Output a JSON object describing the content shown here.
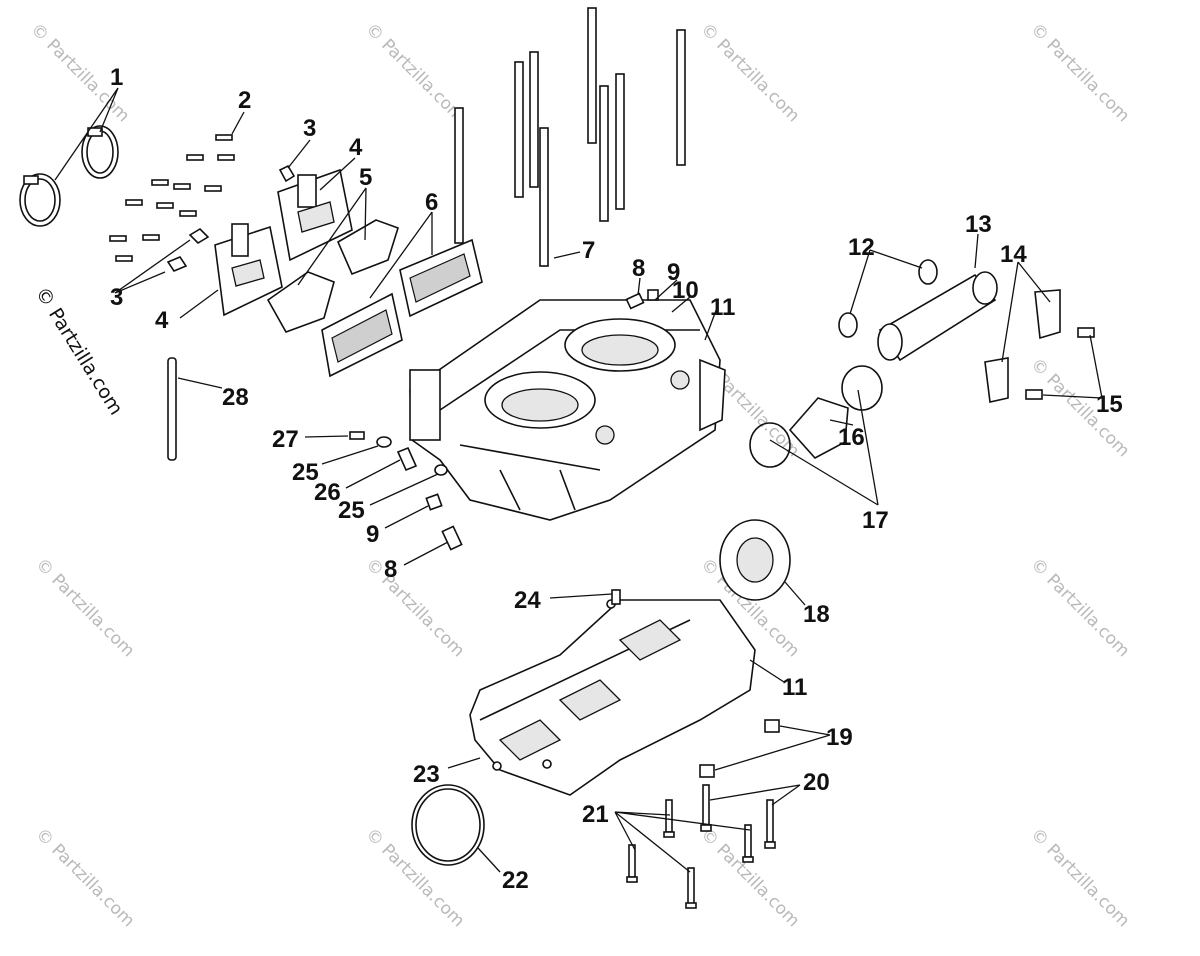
{
  "diagram": {
    "callouts": [
      {
        "label": "1"
      },
      {
        "label": "2"
      },
      {
        "label": "3"
      },
      {
        "label": "3"
      },
      {
        "label": "4"
      },
      {
        "label": "4"
      },
      {
        "label": "5"
      },
      {
        "label": "6"
      },
      {
        "label": "7"
      },
      {
        "label": "8"
      },
      {
        "label": "9"
      },
      {
        "label": "10"
      },
      {
        "label": "11"
      },
      {
        "label": "12"
      },
      {
        "label": "13"
      },
      {
        "label": "14"
      },
      {
        "label": "15"
      },
      {
        "label": "16"
      },
      {
        "label": "17"
      },
      {
        "label": "27"
      },
      {
        "label": "25"
      },
      {
        "label": "26"
      },
      {
        "label": "25"
      },
      {
        "label": "9"
      },
      {
        "label": "8"
      },
      {
        "label": "28"
      },
      {
        "label": "24"
      },
      {
        "label": "18"
      },
      {
        "label": "11"
      },
      {
        "label": "19"
      },
      {
        "label": "20"
      },
      {
        "label": "21"
      },
      {
        "label": "23"
      },
      {
        "label": "22"
      }
    ],
    "watermark_text": "© Partzilla.com",
    "side_watermark": "© Partzilla.com"
  }
}
